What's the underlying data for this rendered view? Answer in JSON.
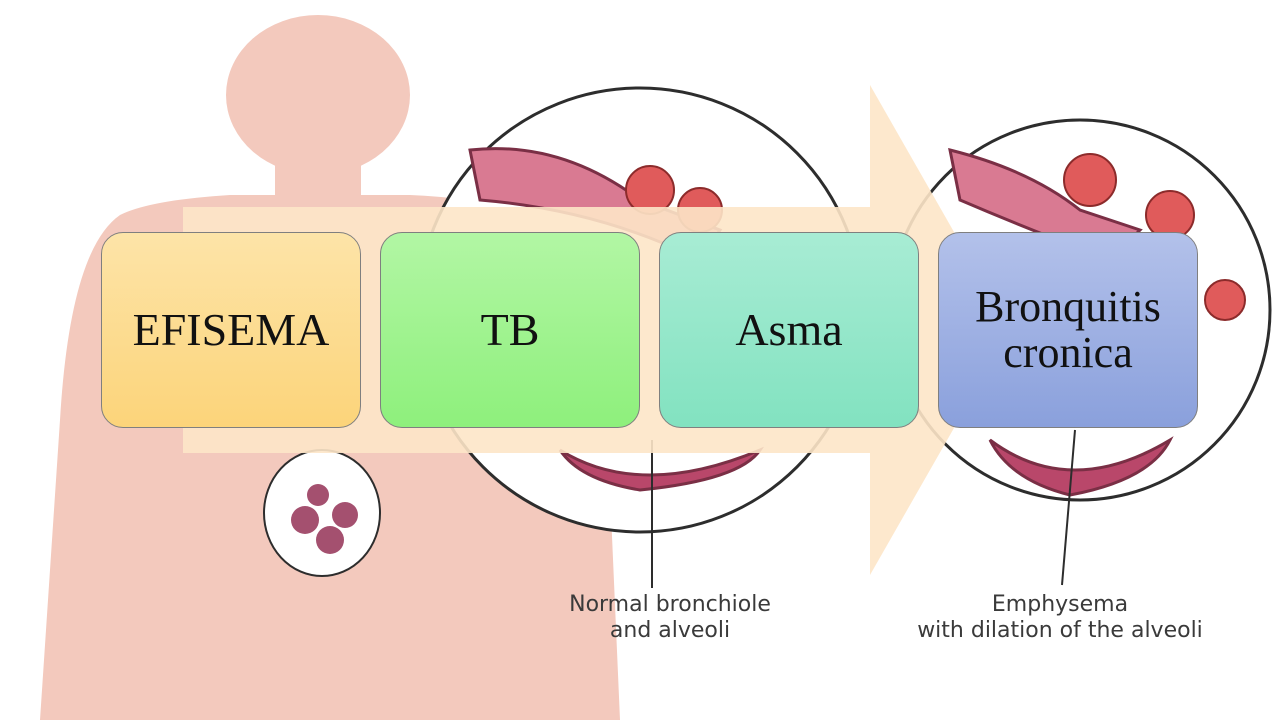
{
  "boxes": [
    {
      "label": "EFISEMA",
      "color": "#fcd47a"
    },
    {
      "label": "TB",
      "color": "#8ef07c"
    },
    {
      "label": "Asma",
      "color": "#82e2c0"
    },
    {
      "label": "Bronquitis cronica",
      "color": "#8aa0dc"
    }
  ],
  "illustration": {
    "normal_label": {
      "line1": "Normal bronchiole",
      "line2": "and alveoli"
    },
    "emphysema_label": {
      "line1": "Emphysema",
      "line2": "with dilation of the alveoli"
    },
    "body_color": "#f3c9bd",
    "arrow_color": "#fde6c8"
  }
}
